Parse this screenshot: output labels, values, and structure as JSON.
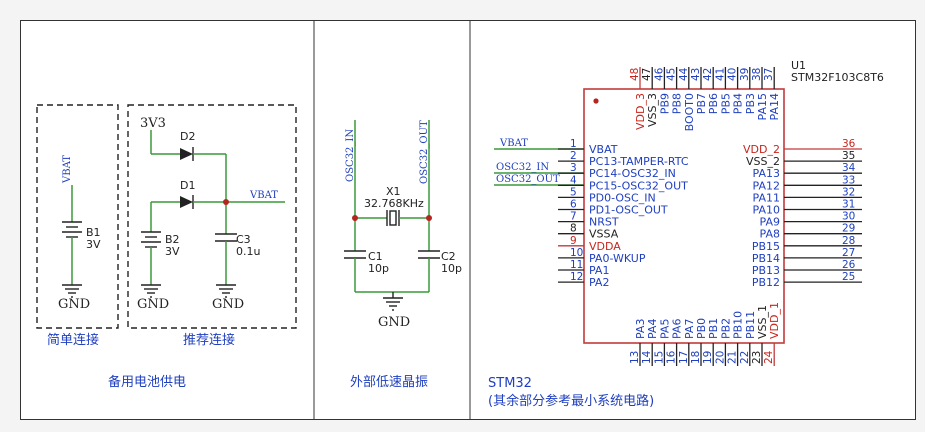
{
  "left_section": {
    "caption": "备用电池供电",
    "simple": {
      "caption": "简单连接",
      "net_label": "VBAT",
      "battery_ref": "B1",
      "battery_value": "3V",
      "ground": "GND"
    },
    "recommended": {
      "caption": "推荐连接",
      "supply": "3V3",
      "diode_top": "D2",
      "diode_bottom": "D1",
      "net_label": "VBAT",
      "battery_ref": "B2",
      "battery_value": "3V",
      "cap_ref": "C3",
      "cap_value": "0.1u",
      "ground_1": "GND",
      "ground_2": "GND"
    }
  },
  "middle_section": {
    "caption": "外部低速晶振",
    "net_in": "OSC32_IN",
    "net_out": "OSC32_OUT",
    "crystal_ref": "X1",
    "crystal_value": "32.768KHz",
    "c1_ref": "C1",
    "c1_value": "10p",
    "c2_ref": "C2",
    "c2_value": "10p",
    "ground": "GND"
  },
  "right_section": {
    "caption_line1": "STM32",
    "caption_line2": "(其余部分参考最小系统电路)",
    "chip_ref": "U1",
    "chip_part": "STM32F103C8T6",
    "wire_labels": [
      "VBAT",
      "OSC32_IN",
      "OSC32_OUT"
    ],
    "left_pins": [
      {
        "num": "1",
        "name": "VBAT",
        "color": "blue"
      },
      {
        "num": "2",
        "name": "PC13-TAMPER-RTC",
        "color": "blue"
      },
      {
        "num": "3",
        "name": "PC14-OSC32_IN",
        "color": "blue"
      },
      {
        "num": "4",
        "name": "PC15-OSC32_OUT",
        "color": "blue"
      },
      {
        "num": "5",
        "name": "PD0-OSC_IN",
        "color": "blue"
      },
      {
        "num": "6",
        "name": "PD1-OSC_OUT",
        "color": "blue"
      },
      {
        "num": "7",
        "name": "NRST",
        "color": "blue"
      },
      {
        "num": "8",
        "name": "VSSA",
        "color": "black"
      },
      {
        "num": "9",
        "name": "VDDA",
        "color": "red"
      },
      {
        "num": "10",
        "name": "PA0-WKUP",
        "color": "blue"
      },
      {
        "num": "11",
        "name": "PA1",
        "color": "blue"
      },
      {
        "num": "12",
        "name": "PA2",
        "color": "blue"
      }
    ],
    "right_pins": [
      {
        "num": "36",
        "name": "VDD_2",
        "color": "red"
      },
      {
        "num": "35",
        "name": "VSS_2",
        "color": "black"
      },
      {
        "num": "34",
        "name": "PA13",
        "color": "blue"
      },
      {
        "num": "33",
        "name": "PA12",
        "color": "blue"
      },
      {
        "num": "32",
        "name": "PA11",
        "color": "blue"
      },
      {
        "num": "31",
        "name": "PA10",
        "color": "blue"
      },
      {
        "num": "30",
        "name": "PA9",
        "color": "blue"
      },
      {
        "num": "29",
        "name": "PA8",
        "color": "blue"
      },
      {
        "num": "28",
        "name": "PB15",
        "color": "blue"
      },
      {
        "num": "27",
        "name": "PB14",
        "color": "blue"
      },
      {
        "num": "26",
        "name": "PB13",
        "color": "blue"
      },
      {
        "num": "25",
        "name": "PB12",
        "color": "blue"
      }
    ],
    "top_pins": [
      {
        "num": "48",
        "name": "VDD_3",
        "color": "red"
      },
      {
        "num": "47",
        "name": "VSS_3",
        "color": "black"
      },
      {
        "num": "46",
        "name": "PB9",
        "color": "blue"
      },
      {
        "num": "45",
        "name": "PB8",
        "color": "blue"
      },
      {
        "num": "44",
        "name": "BOOT0",
        "color": "blue"
      },
      {
        "num": "43",
        "name": "PB7",
        "color": "blue"
      },
      {
        "num": "42",
        "name": "PB6",
        "color": "blue"
      },
      {
        "num": "41",
        "name": "PB5",
        "color": "blue"
      },
      {
        "num": "40",
        "name": "PB4",
        "color": "blue"
      },
      {
        "num": "39",
        "name": "PB3",
        "color": "blue"
      },
      {
        "num": "38",
        "name": "PA15",
        "color": "blue"
      },
      {
        "num": "37",
        "name": "PA14",
        "color": "blue"
      }
    ],
    "bottom_pins": [
      {
        "num": "13",
        "name": "PA3",
        "color": "blue"
      },
      {
        "num": "14",
        "name": "PA4",
        "color": "blue"
      },
      {
        "num": "15",
        "name": "PA5",
        "color": "blue"
      },
      {
        "num": "16",
        "name": "PA6",
        "color": "blue"
      },
      {
        "num": "17",
        "name": "PA7",
        "color": "blue"
      },
      {
        "num": "18",
        "name": "PB0",
        "color": "blue"
      },
      {
        "num": "19",
        "name": "PB1",
        "color": "blue"
      },
      {
        "num": "20",
        "name": "PB2",
        "color": "blue"
      },
      {
        "num": "21",
        "name": "PB10",
        "color": "blue"
      },
      {
        "num": "22",
        "name": "PB11",
        "color": "blue"
      },
      {
        "num": "23",
        "name": "VSS_1",
        "color": "black"
      },
      {
        "num": "24",
        "name": "VDD_1",
        "color": "red"
      }
    ]
  },
  "colors": {
    "wire": "#3a9a3a",
    "net_label": "#1f3fbf",
    "power_pin": "#c7261e",
    "junction": "#b3261e",
    "outline": "#222222"
  }
}
